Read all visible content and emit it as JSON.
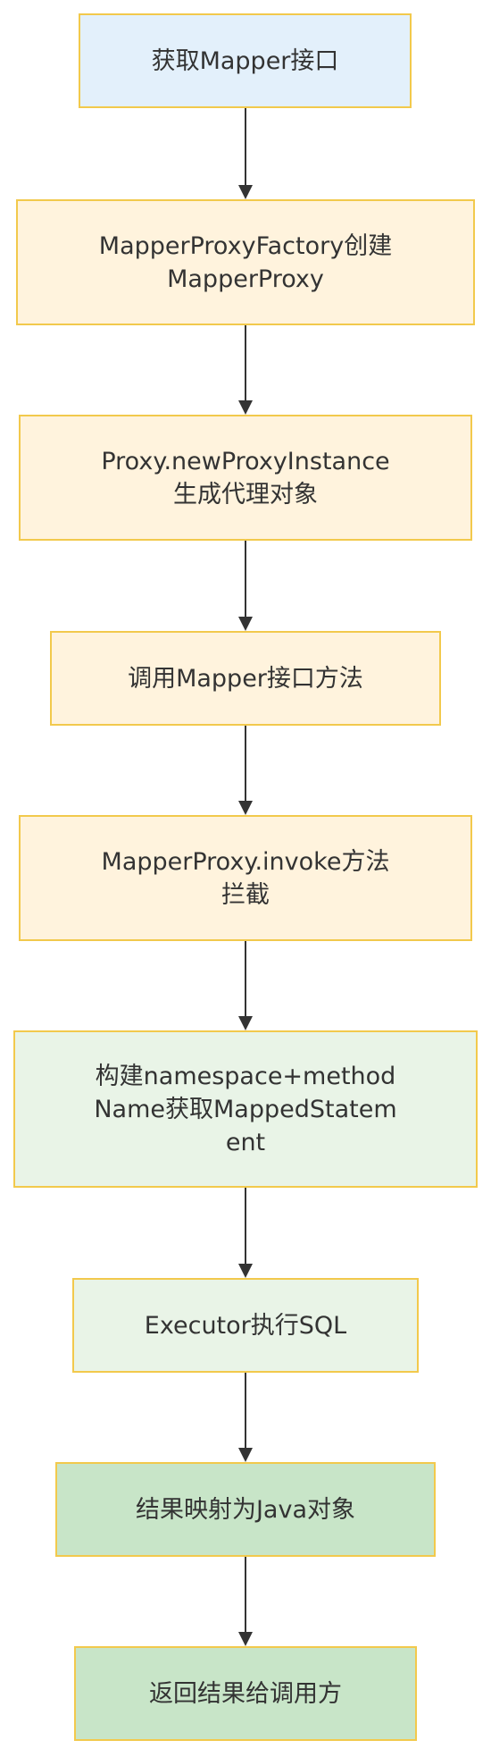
{
  "colors": {
    "border": "#f2c94c",
    "text": "#333333",
    "arrow": "#333333",
    "blue_fill": "#e3f0fb",
    "orange_fill": "#fff3dd",
    "light_green_fill": "#e9f4e7",
    "green_fill": "#c8e5c8"
  },
  "nodes": [
    {
      "label": "获取Mapper接口",
      "fill": "#e3f0fb"
    },
    {
      "label": "MapperProxyFactory创建\nMapperProxy",
      "fill": "#fff3dd"
    },
    {
      "label": "Proxy.newProxyInstance\n生成代理对象",
      "fill": "#fff3dd"
    },
    {
      "label": "调用Mapper接口方法",
      "fill": "#fff3dd"
    },
    {
      "label": "MapperProxy.invoke方法\n拦截",
      "fill": "#fff3dd"
    },
    {
      "label": "构建namespace+method\nName获取MappedStatem\nent",
      "fill": "#e9f4e7"
    },
    {
      "label": "Executor执行SQL",
      "fill": "#e9f4e7"
    },
    {
      "label": "结果映射为Java对象",
      "fill": "#c8e5c8"
    },
    {
      "label": "返回结果给调用方",
      "fill": "#c8e5c8"
    }
  ]
}
